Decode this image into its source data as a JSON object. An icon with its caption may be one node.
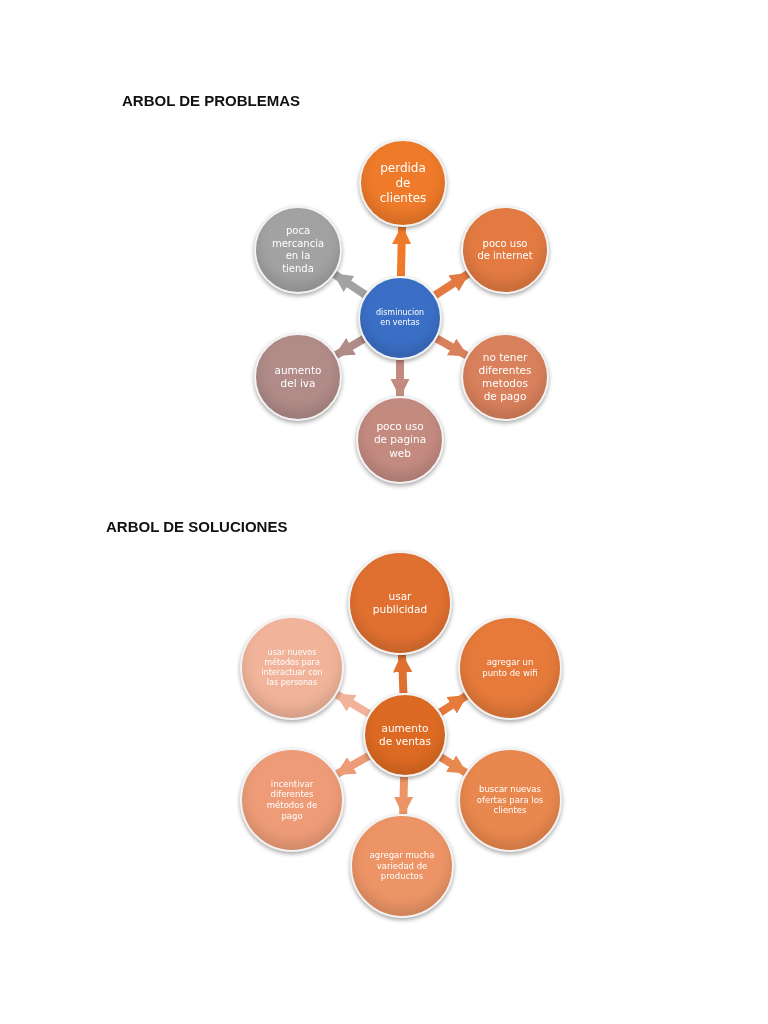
{
  "diagram": {
    "nodes": [
      {
        "text": [
          "disminucion en ventas"
        ]
      },
      {
        "text": [
          "perdida de clientes"
        ]
      },
      {
        "text": [
          "poco uso de internet"
        ]
      },
      {
        "text": [
          "no tener diferentes metodos de pago"
        ]
      },
      {
        "text": [
          "poco uso de pagina web"
        ]
      },
      {
        "text": [
          "aumento del iva"
        ]
      },
      {
        "text": [
          "poca mercancia en la tienda"
        ]
      },
      {
        "text": [
          "aumento de ventas"
        ]
      },
      {
        "text": [
          "usar publicidad"
        ]
      },
      {
        "text": [
          "agregar un punto de wifi"
        ]
      },
      {
        "text": [
          "buscar nuevas ofertas para los clientes"
        ]
      },
      {
        "text": [
          "agregar mucha variedad de productos"
        ]
      },
      {
        "text": [
          "incentivar diferentes métodos de pago"
        ]
      },
      {
        "text": [
          "usar nuevos métodos para interactuar con las personas"
        ]
      }
    ],
    "edges": [
      {
        "from": 0,
        "to": 1,
        "arrow": "to",
        "color": "#ee7a2a"
      },
      {
        "from": 0,
        "to": 2,
        "arrow": "to",
        "color": "#e27a42"
      },
      {
        "from": 0,
        "to": 3,
        "arrow": "to",
        "color": "#d9805c"
      },
      {
        "from": 0,
        "to": 4,
        "arrow": "to",
        "color": "#c38a80"
      },
      {
        "from": 0,
        "to": 5,
        "arrow": "to",
        "color": "#b08b88"
      },
      {
        "from": 0,
        "to": 6,
        "arrow": "to",
        "color": "#a2a2a2"
      },
      {
        "from": 7,
        "to": 8,
        "arrow": "to",
        "color": "#e07030"
      },
      {
        "from": 7,
        "to": 9,
        "arrow": "to",
        "color": "#e57a3a"
      },
      {
        "from": 7,
        "to": 10,
        "arrow": "to",
        "color": "#e9884e"
      },
      {
        "from": 7,
        "to": 11,
        "arrow": "to",
        "color": "#ec9466"
      },
      {
        "from": 7,
        "to": 12,
        "arrow": "to",
        "color": "#ee9c78"
      },
      {
        "from": 7,
        "to": 13,
        "arrow": "to",
        "color": "#f1b49a"
      }
    ],
    "labels": [
      "ARBOL DE PROBLEMAS",
      "ARBOL DE SOLUCIONES"
    ]
  }
}
